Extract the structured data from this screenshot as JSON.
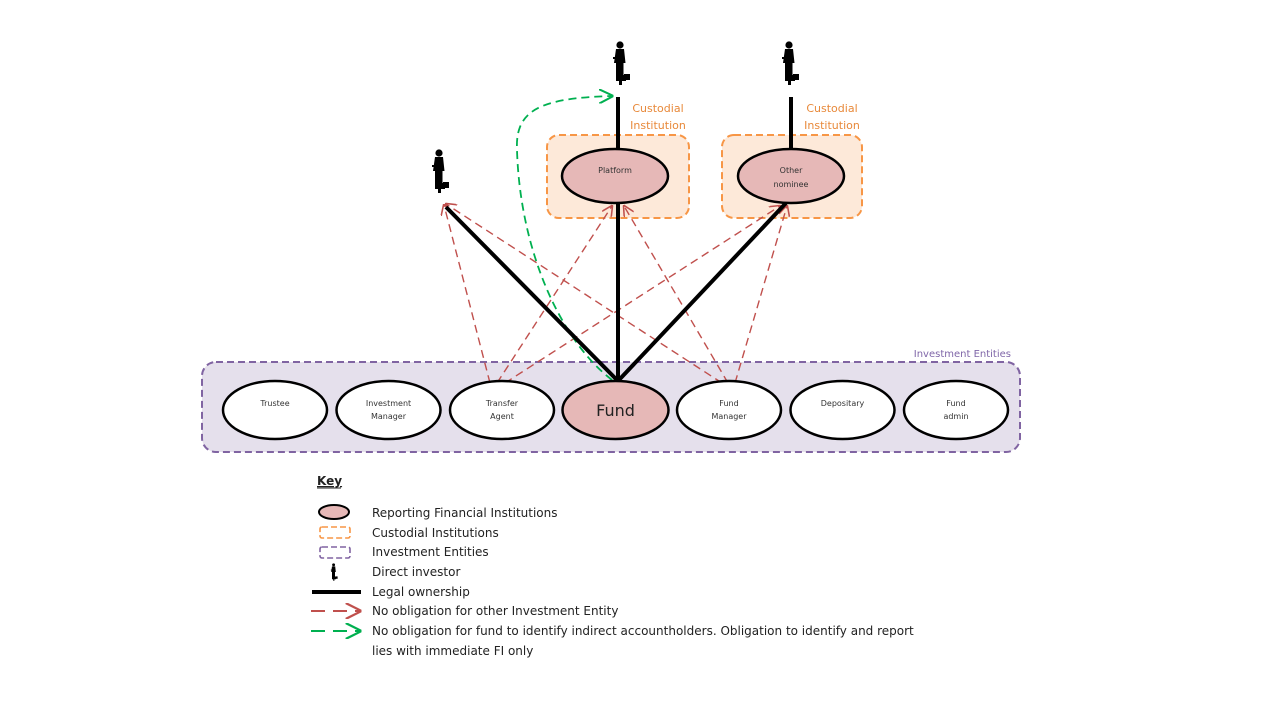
{
  "colors": {
    "reporting_fi_fill": "#e6b8b7",
    "custodial_fill": "#fde9d9",
    "custodial_border": "#f79646",
    "investment_fill": "#e5e0ec",
    "investment_border": "#8064a2",
    "legal_line": "#000000",
    "red_dashed": "#c0504d",
    "green_dashed": "#00b050"
  },
  "custodial_label": [
    "Custodial",
    "Institution"
  ],
  "investment_entities_label": "Investment Entities",
  "top_nodes": {
    "platform": [
      "Platform"
    ],
    "other_nominee": [
      "Other",
      "nominee"
    ]
  },
  "entity_nodes": [
    {
      "id": "trustee",
      "lines": [
        "Trustee"
      ],
      "reporting": false
    },
    {
      "id": "investment-manager",
      "lines": [
        "Investment",
        "Manager"
      ],
      "reporting": false
    },
    {
      "id": "transfer-agent",
      "lines": [
        "Transfer",
        "Agent"
      ],
      "reporting": false
    },
    {
      "id": "fund",
      "lines": [
        "Fund"
      ],
      "reporting": true
    },
    {
      "id": "fund-manager",
      "lines": [
        "Fund",
        "Manager"
      ],
      "reporting": false
    },
    {
      "id": "depositary",
      "lines": [
        "Depositary"
      ],
      "reporting": false
    },
    {
      "id": "fund-admin",
      "lines": [
        "Fund",
        "admin"
      ],
      "reporting": false
    }
  ],
  "investors": [
    "direct-investor",
    "platform-investor",
    "nominee-investor"
  ],
  "edges": {
    "legal_ownership": [
      [
        "fund",
        "direct-investor"
      ],
      [
        "fund",
        "platform"
      ],
      [
        "fund",
        "other-nominee"
      ],
      [
        "platform",
        "platform-investor"
      ],
      [
        "other-nominee",
        "nominee-investor"
      ]
    ],
    "no_obligation_other_ie": [
      [
        "transfer-agent",
        "direct-investor"
      ],
      [
        "transfer-agent",
        "platform"
      ],
      [
        "transfer-agent",
        "other-nominee"
      ],
      [
        "fund-manager",
        "direct-investor"
      ],
      [
        "fund-manager",
        "platform"
      ],
      [
        "fund-manager",
        "other-nominee"
      ]
    ],
    "no_obligation_fund_indirect": [
      [
        "fund",
        "platform-investor"
      ]
    ]
  },
  "key": {
    "title": "Key",
    "items": [
      {
        "symbol": "reporting-fi",
        "label": "Reporting Financial Institutions"
      },
      {
        "symbol": "custodial",
        "label": "Custodial Institutions"
      },
      {
        "symbol": "investment",
        "label": "Investment Entities"
      },
      {
        "symbol": "investor",
        "label": "Direct investor"
      },
      {
        "symbol": "legal",
        "label": "Legal ownership"
      },
      {
        "symbol": "red-arrow",
        "label": "No obligation for other Investment Entity"
      },
      {
        "symbol": "green-arrow",
        "label": "No obligation for fund to identify indirect accountholders. Obligation to identify and report",
        "label_line2": "lies with immediate FI only"
      }
    ]
  }
}
